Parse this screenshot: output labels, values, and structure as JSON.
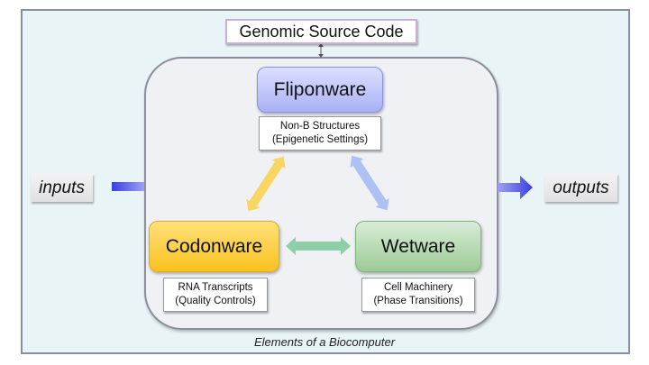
{
  "diagram": {
    "title_caption": "Elements of a Biocomputer",
    "source": "Genomic Source Code",
    "inputs": "inputs",
    "outputs": "outputs",
    "nodes": [
      {
        "id": "fliponware",
        "label": "Fliponware",
        "sublabel_line1": "Non-B Structures",
        "sublabel_line2": "(Epigenetic Settings)",
        "color": "#a9b1f5"
      },
      {
        "id": "codonware",
        "label": "Codonware",
        "sublabel_line1": "RNA Transcripts",
        "sublabel_line2": "(Quality Controls)",
        "color": "#f9c21d"
      },
      {
        "id": "wetware",
        "label": "Wetware",
        "sublabel_line1": "Cell Machinery",
        "sublabel_line2": "(Phase Transitions)",
        "color": "#9ccb97"
      }
    ],
    "edges": [
      {
        "from": "Codonware",
        "to": "Fliponware",
        "type": "bidirectional",
        "color": "#f9d35a"
      },
      {
        "from": "Fliponware",
        "to": "Wetware",
        "type": "bidirectional",
        "color": "#a9bff2"
      },
      {
        "from": "Codonware",
        "to": "Wetware",
        "type": "bidirectional",
        "color": "#8fcfa8"
      },
      {
        "from": "Genomic Source Code",
        "to": "Biocomputer",
        "type": "bidirectional",
        "color": "#555555"
      },
      {
        "from": "inputs",
        "to": "Biocomputer",
        "type": "directed",
        "color": "#5b5fe6"
      },
      {
        "from": "Biocomputer",
        "to": "outputs",
        "type": "directed",
        "color": "#5b5fe6"
      }
    ]
  }
}
